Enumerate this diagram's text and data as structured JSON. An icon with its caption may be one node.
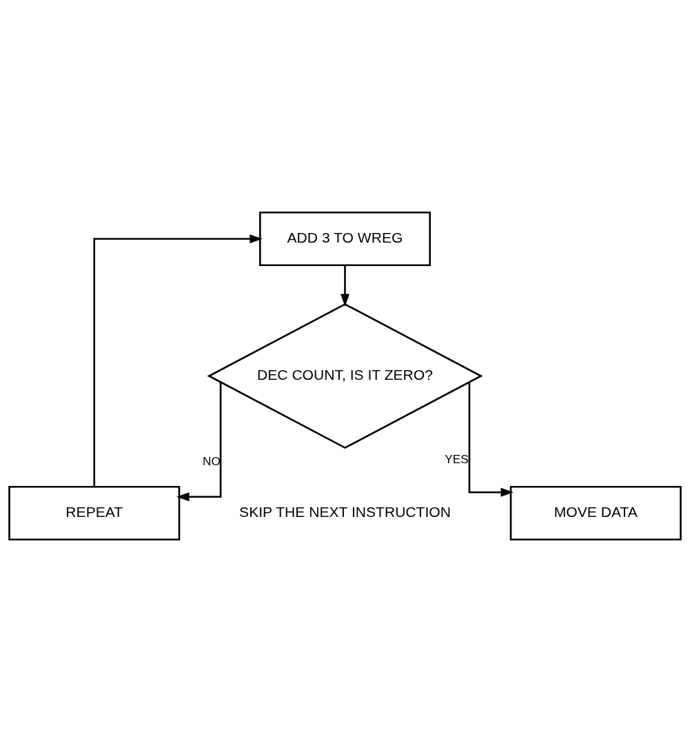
{
  "diagram": {
    "nodes": [
      {
        "text": [
          "ADD 3 TO WREG"
        ]
      },
      {
        "text": [
          "DEC COUNT, IS IT ZERO?"
        ]
      },
      {
        "text": [
          "REPEAT"
        ]
      },
      {
        "text": [
          "MOVE DATA"
        ]
      }
    ],
    "edges": [
      {
        "from": 0,
        "to": 1,
        "arrow": "to"
      },
      {
        "from": 1,
        "to": 2,
        "arrow": "to",
        "label": "NO"
      },
      {
        "from": 2,
        "to": 0,
        "arrow": "to"
      },
      {
        "from": 1,
        "to": 3,
        "arrow": "to",
        "label": "YES"
      }
    ],
    "labels": [
      "SKIP THE NEXT INSTRUCTION"
    ]
  }
}
